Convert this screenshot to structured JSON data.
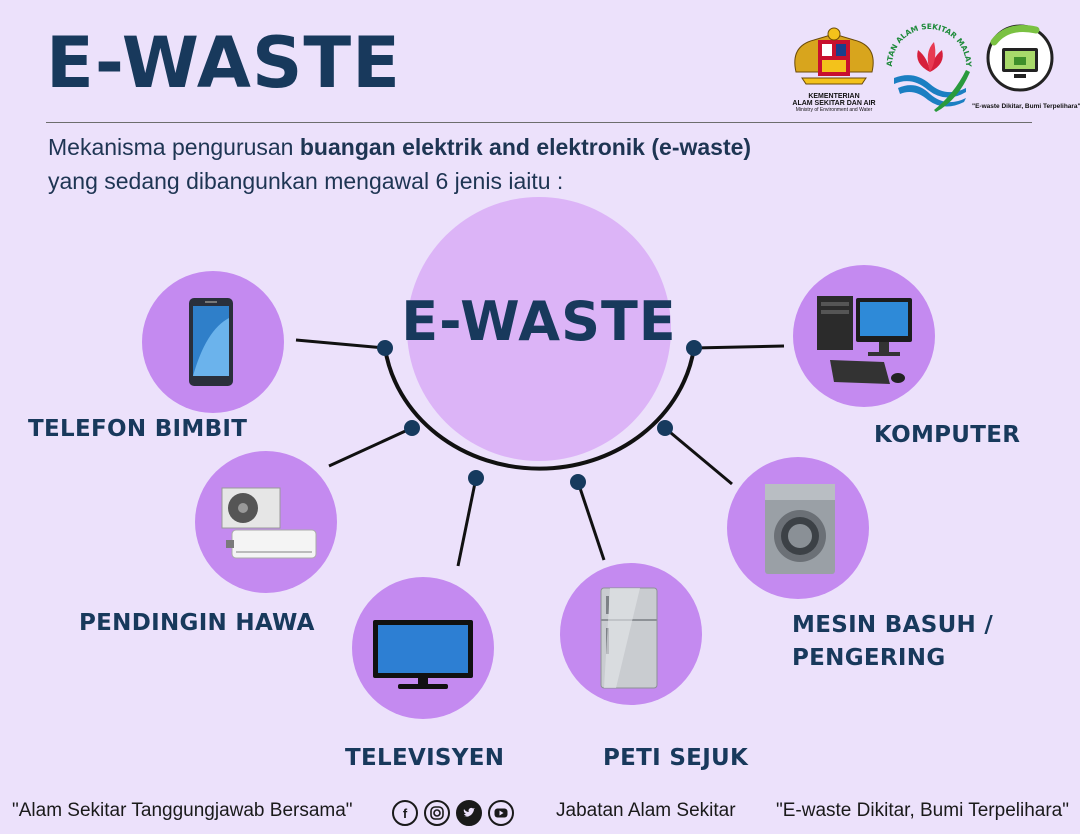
{
  "header": {
    "title": "E-WASTE",
    "intro_line1_prefix": "Mekanisma pengurusan ",
    "intro_line1_bold": "buangan elektrik and elektronik (e-waste)",
    "intro_line2": "yang sedang dibangunkan mengawal 6 jenis iaitu :"
  },
  "logos": {
    "ministry_line1": "KEMENTERIAN",
    "ministry_line2": "ALAM SEKITAR DAN AIR",
    "ministry_line3": "Ministry of Environment and Water",
    "jas_arc": "JABATAN ALAM SEKITAR MALAYSIA",
    "ewaste_tagline": "\"E-waste Dikitar, Bumi Terpelihara\""
  },
  "diagram": {
    "center_label": "E-WASTE",
    "items": [
      {
        "label": "TELEFON BIMBIT",
        "icon": "smartphone-icon"
      },
      {
        "label": "KOMPUTER",
        "icon": "desktop-computer-icon"
      },
      {
        "label": "PENDINGIN HAWA",
        "icon": "air-conditioner-icon"
      },
      {
        "label": "MESIN BASUH /",
        "label2": "PENGERING",
        "icon": "washing-machine-icon"
      },
      {
        "label": "TELEVISYEN",
        "icon": "television-icon"
      },
      {
        "label": "PETI SEJUK",
        "icon": "refrigerator-icon"
      }
    ]
  },
  "footer": {
    "slogan_left": "\"Alam Sekitar Tanggungjawab Bersama\"",
    "social_icons": [
      "facebook-icon",
      "instagram-icon",
      "twitter-icon",
      "youtube-icon"
    ],
    "agency": "Jabatan Alam Sekitar",
    "slogan_right": "\"E-waste Dikitar, Bumi Terpelihara\""
  },
  "colors": {
    "background": "#ece1fb",
    "circle": "#c48af0",
    "center_circle": "#dcb4f7",
    "text": "#18395c",
    "node": "#163a5e"
  }
}
